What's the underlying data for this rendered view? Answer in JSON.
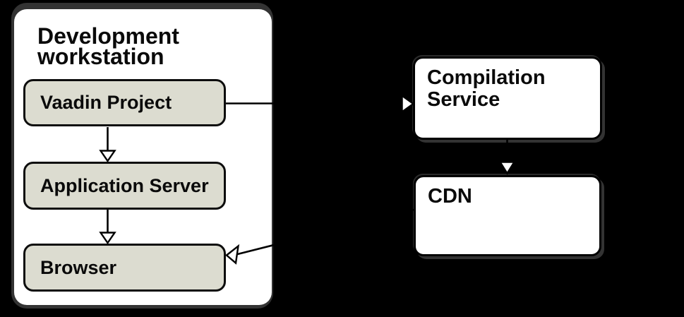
{
  "diagram": {
    "background": "#000000",
    "workstation": {
      "title": "Development workstation",
      "nodes": [
        {
          "id": "vaadin-project",
          "label": "Vaadin Project"
        },
        {
          "id": "application-server",
          "label": "Application Server"
        },
        {
          "id": "browser",
          "label": "Browser"
        }
      ]
    },
    "services": [
      {
        "id": "compilation-service",
        "label": "Compilation Service"
      },
      {
        "id": "cdn",
        "label": "CDN"
      }
    ],
    "edges": [
      {
        "from": "vaadin-project",
        "to": "application-server",
        "style": "open-triangle-arrow"
      },
      {
        "from": "application-server",
        "to": "browser",
        "style": "open-triangle-arrow"
      },
      {
        "from": "vaadin-project",
        "to": "compilation-service",
        "style": "open-triangle-arrow"
      },
      {
        "from": "compilation-service",
        "to": "cdn",
        "style": "open-triangle-arrow"
      },
      {
        "from": "cdn",
        "to": "browser",
        "style": "open-triangle-arrow"
      }
    ],
    "colors": {
      "node_fill": "#dcdcd0",
      "node_border": "#0d0d0d",
      "service_fill": "#ffffff",
      "container_fill": "#ffffff",
      "shadow": "#333333",
      "line": "#000000",
      "arrowhead_fill": "#ffffff"
    }
  }
}
